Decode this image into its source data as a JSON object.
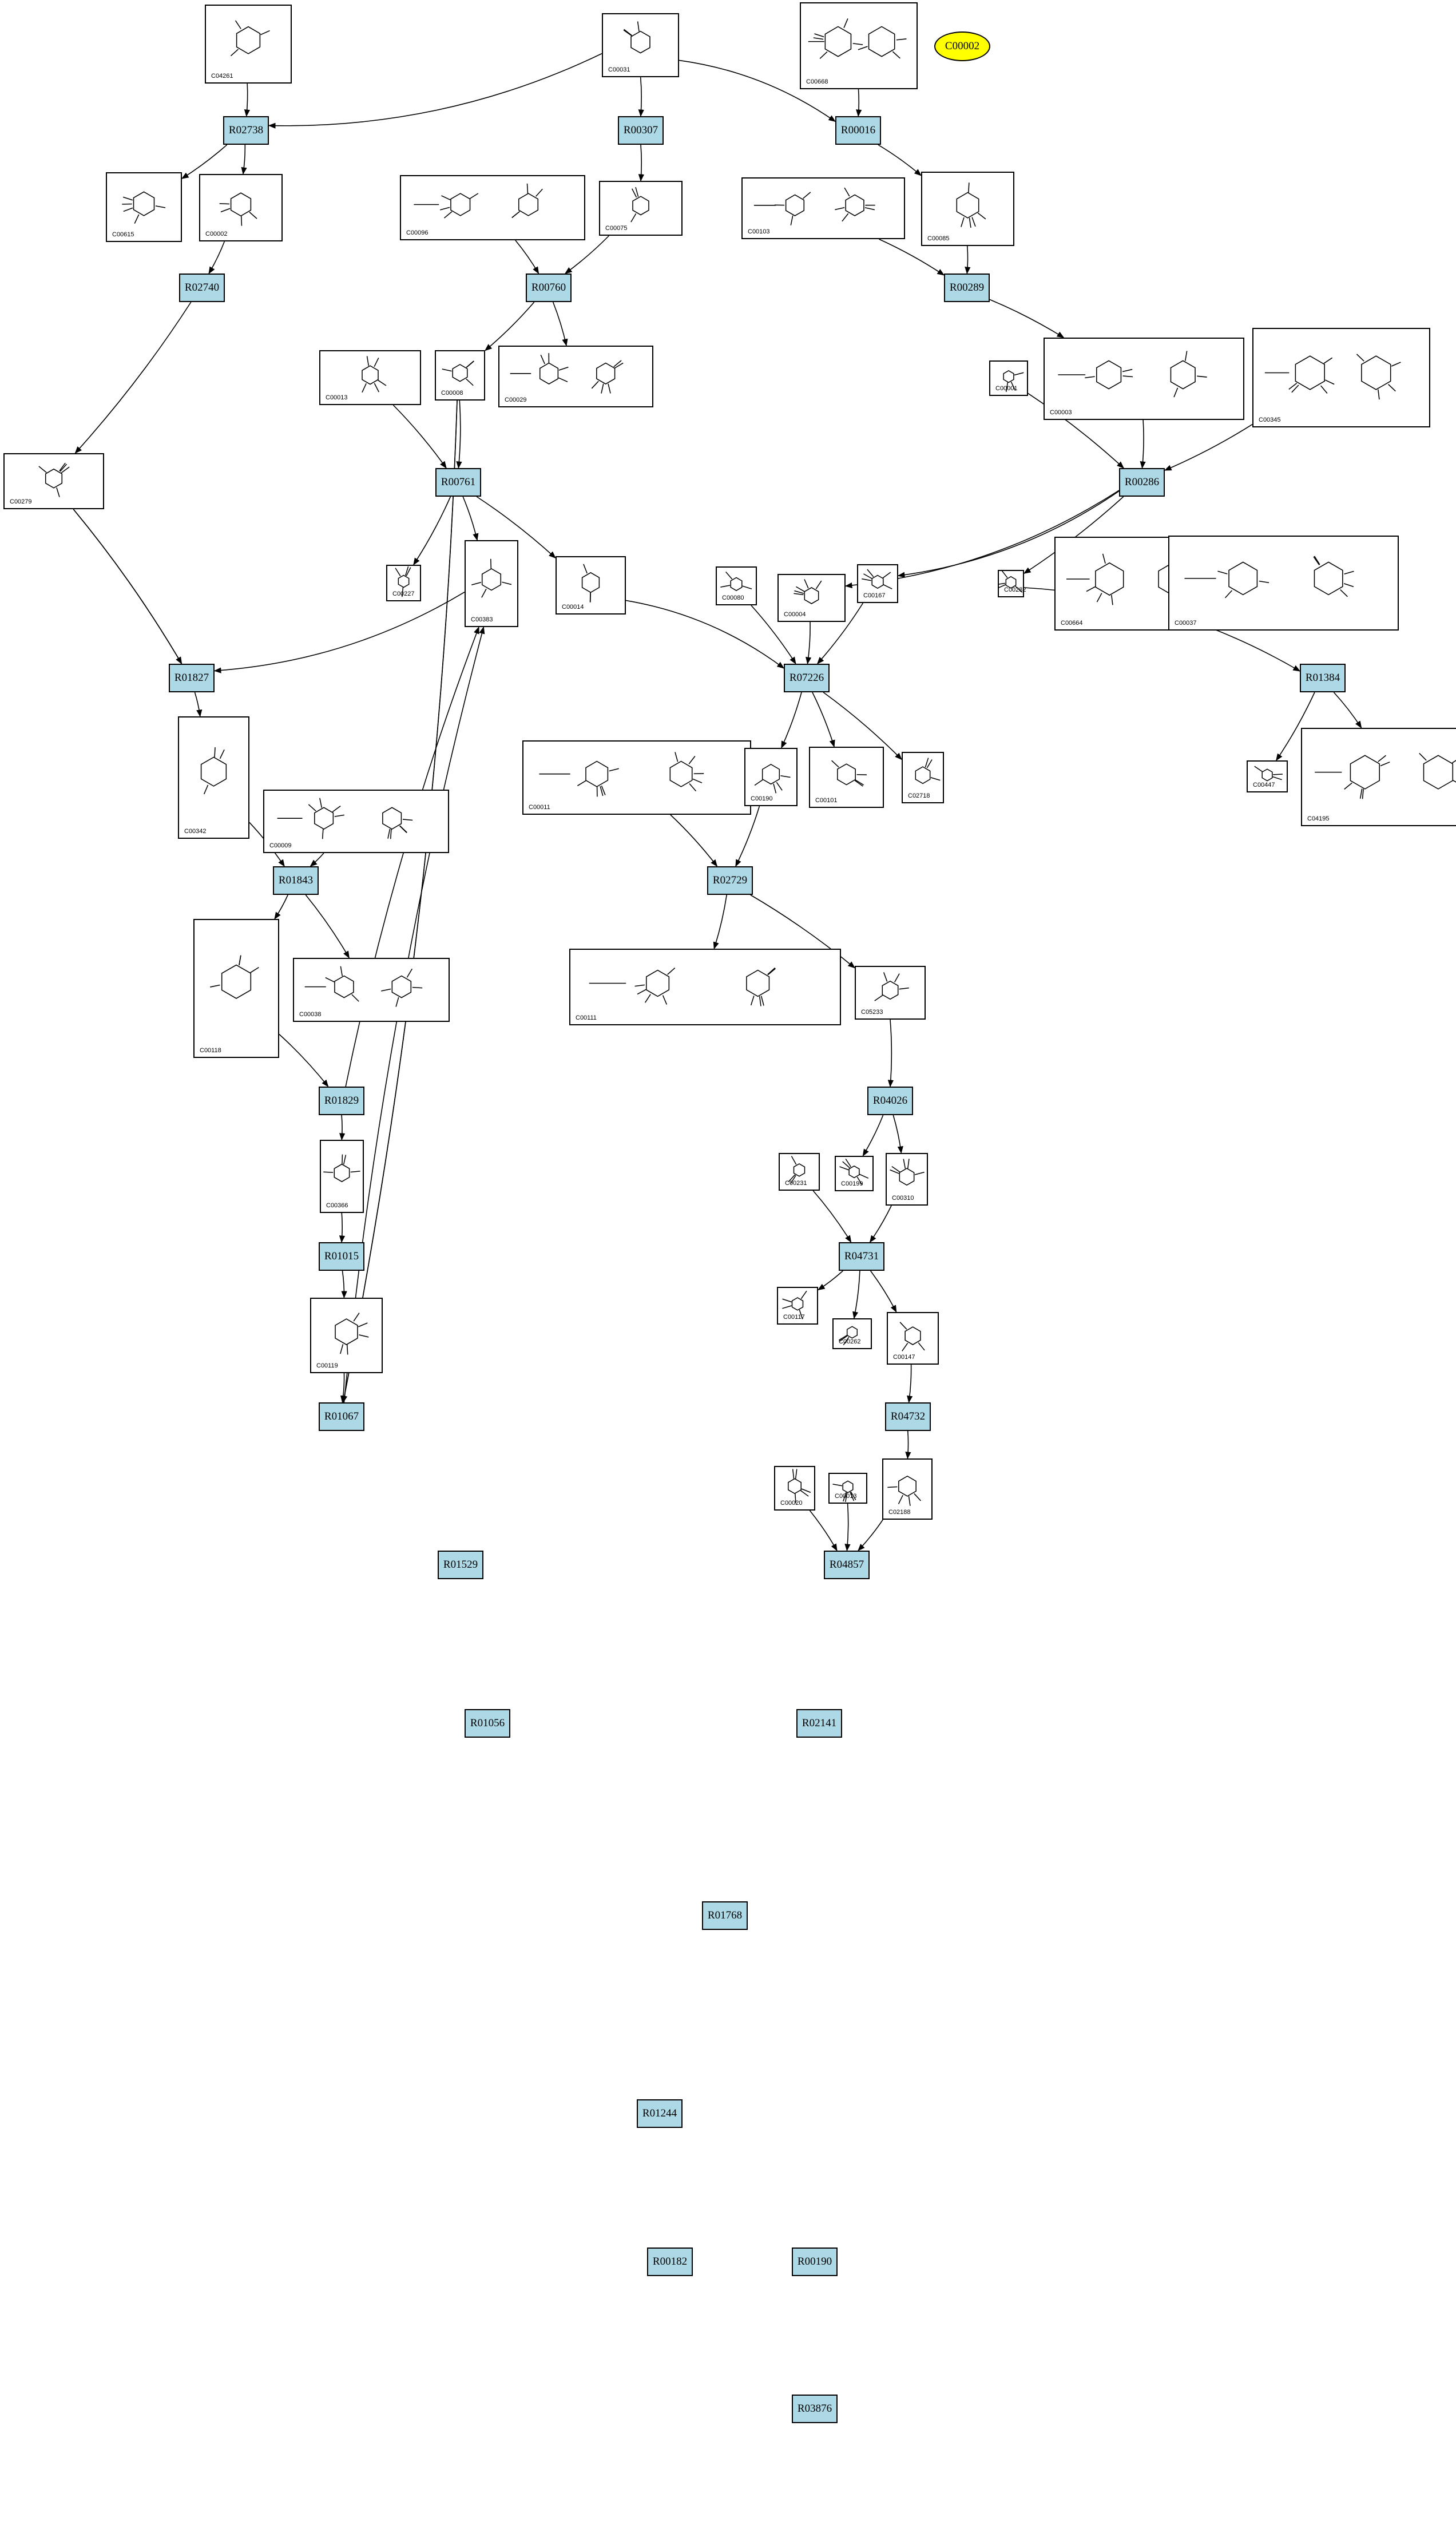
{
  "highlight": {
    "label": "C00002",
    "color": "#ffff00"
  },
  "reaction_color": "#add8e6",
  "reactions": [
    "R02738",
    "R00307",
    "R00016",
    "R02740",
    "R00760",
    "R00289",
    "R00761",
    "R00286",
    "R01827",
    "R07226",
    "R01384",
    "R01843",
    "R02729",
    "R01829",
    "R04026",
    "R01015",
    "R04731",
    "R01067",
    "R04732",
    "R01529",
    "R04857",
    "R01056",
    "R02141",
    "R01768",
    "R01244",
    "R00182",
    "R00190",
    "R03876"
  ],
  "compounds": [
    "C04261",
    "C00031",
    "C00668",
    "C00615",
    "C00002",
    "C00096",
    "C00075",
    "C00103",
    "C00085",
    "C00013",
    "C00008",
    "C00029",
    "C00003",
    "C00001",
    "C00345",
    "C00279",
    "C00227",
    "C00383",
    "C00014",
    "C00080",
    "C00004",
    "C00167",
    "C00282",
    "C00664",
    "C00037",
    "C00342",
    "C00009",
    "C00011",
    "C00190",
    "C00101",
    "C02718",
    "C00447",
    "C04195",
    "C00111",
    "C05233",
    "C00118",
    "C00038",
    "C00231",
    "C00199",
    "C00310",
    "C00366",
    "C00117",
    "C00262",
    "C00147",
    "C00119",
    "C00020",
    "C00013",
    "C02188"
  ]
}
